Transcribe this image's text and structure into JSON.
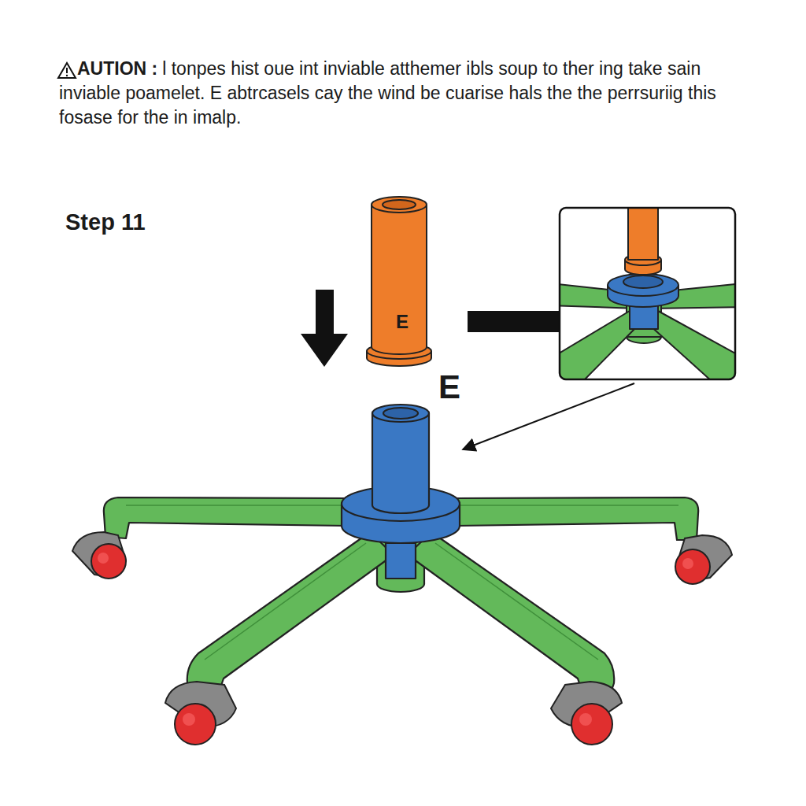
{
  "diagram": {
    "nodes": [
      {
        "text": [
          "E"
        ]
      }
    ],
    "labels": [
      "AUTION :",
      "l tonpes hist oue int inviable atthemer ibls soup to ther ing take sain inviable poamelet. E abtrcasels cay the wind be cuarise hals the the perrsuriig this fosase for the in imalp.",
      "Step 11",
      "E"
    ]
  }
}
